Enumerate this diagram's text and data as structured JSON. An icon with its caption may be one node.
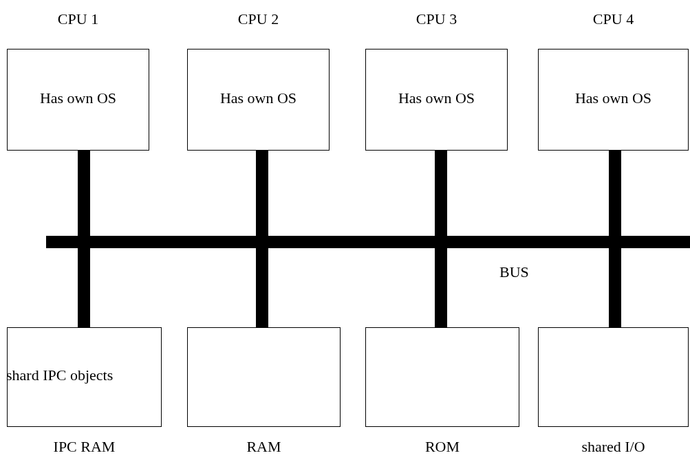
{
  "diagram": {
    "nodes": [
      {
        "text": [
          "CPU 1",
          "Has own OS"
        ]
      },
      {
        "text": [
          "CPU 2",
          "Has own OS"
        ]
      },
      {
        "text": [
          "CPU 3",
          "Has own OS"
        ]
      },
      {
        "text": [
          "CPU 4",
          "Has own OS"
        ]
      },
      {
        "text": [],
        "shape": "bar",
        "beside": [
          "BUS"
        ]
      },
      {
        "text": [
          "shard IPC objects",
          "IPC RAM"
        ]
      },
      {
        "text": [
          "RAM"
        ]
      },
      {
        "text": [
          "ROM"
        ]
      },
      {
        "text": [
          "shared I/O"
        ]
      }
    ],
    "edges": [
      {
        "from": 0,
        "to": 4,
        "arrow": "none"
      },
      {
        "from": 1,
        "to": 4,
        "arrow": "none"
      },
      {
        "from": 2,
        "to": 4,
        "arrow": "none"
      },
      {
        "from": 3,
        "to": 4,
        "arrow": "none"
      },
      {
        "from": 4,
        "to": 5,
        "arrow": "none"
      },
      {
        "from": 4,
        "to": 6,
        "arrow": "none"
      },
      {
        "from": 4,
        "to": 7,
        "arrow": "none"
      },
      {
        "from": 4,
        "to": 8,
        "arrow": "none"
      }
    ]
  }
}
